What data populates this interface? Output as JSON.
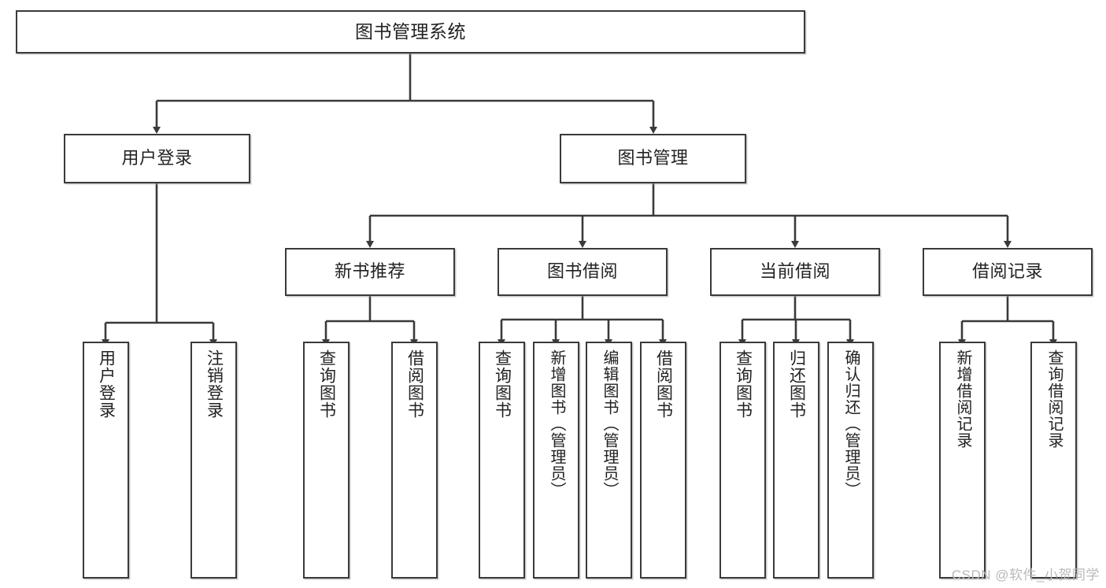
{
  "diagram": {
    "title": "图书管理系统",
    "type": "hierarchy-tree",
    "orientation": "top-down",
    "line_color": "#3a3a3a",
    "box_fill": "#ffffff",
    "text_color": "#222222"
  },
  "root": {
    "label": "图书管理系统"
  },
  "level2": [
    {
      "label": "用户登录"
    },
    {
      "label": "图书管理"
    }
  ],
  "level3": [
    {
      "label": "新书推荐"
    },
    {
      "label": "图书借阅"
    },
    {
      "label": "当前借阅"
    },
    {
      "label": "借阅记录"
    }
  ],
  "leaves": {
    "user_login": [
      {
        "label": "用户登录"
      },
      {
        "label": "注销登录"
      }
    ],
    "new_book_recommend": [
      {
        "label": "查询图书"
      },
      {
        "label": "借阅图书"
      }
    ],
    "book_borrow": [
      {
        "label": "查询图书"
      },
      {
        "label": "新增图书（管理员）"
      },
      {
        "label": "编辑图书（管理员）"
      },
      {
        "label": "借阅图书"
      }
    ],
    "current_borrow": [
      {
        "label": "查询图书"
      },
      {
        "label": "归还图书"
      },
      {
        "label": "确认归还（管理员）"
      }
    ],
    "borrow_records": [
      {
        "label": "新增借阅记录"
      },
      {
        "label": "查询借阅记录"
      }
    ]
  },
  "watermark": {
    "text": "CSDN @软件_小贺同学"
  }
}
